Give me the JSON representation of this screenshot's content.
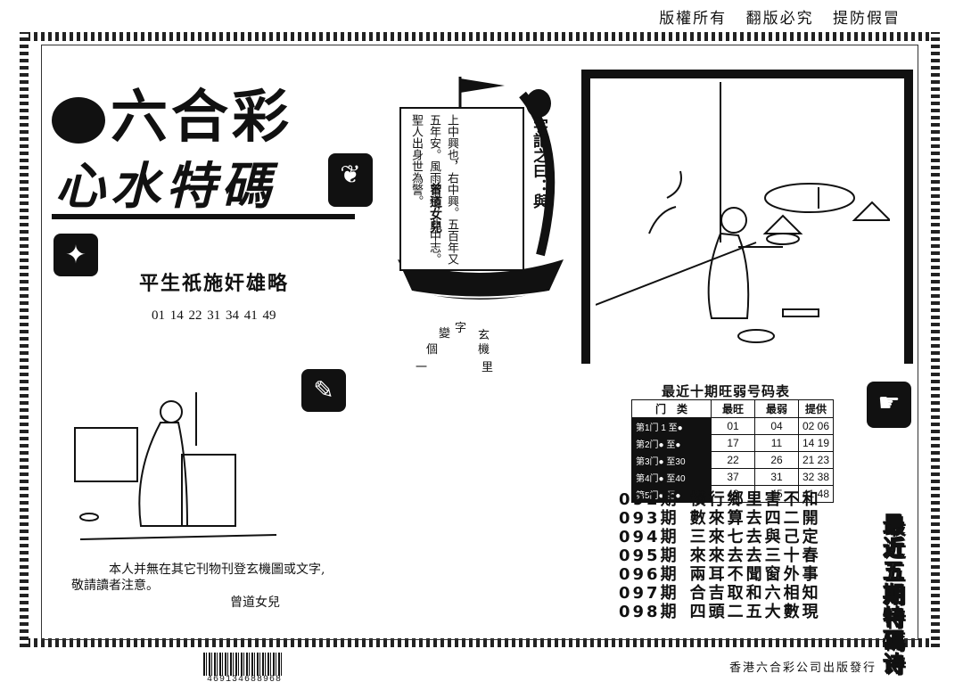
{
  "top_notice": [
    "版權所有",
    "翻版必究",
    "提防假冒"
  ],
  "brand": {
    "title": "六合彩",
    "subtitle": "心水特碼"
  },
  "poem_line": "平生祇施奸雄略",
  "numbers": "01 14 22 31 34 41 49",
  "ship": {
    "sign": "字記之曰：與",
    "text": "上中興也，右中興。五百年又五年安。風雨不移，此中志。聖人出身世為警。",
    "author": "曾道女兒"
  },
  "xuanji": [
    "玄",
    "字",
    "變",
    "個",
    "機",
    "一",
    "里"
  ],
  "table": {
    "title": "最近十期旺弱号码表",
    "headers": [
      "门　类",
      "最旺",
      "最弱",
      "提供"
    ],
    "rows": [
      {
        "gate": "第1门 1 至●",
        "hot": "01",
        "cold": "04",
        "give": "02  06"
      },
      {
        "gate": "第2门● 至●",
        "hot": "17",
        "cold": "11",
        "give": "14  19"
      },
      {
        "gate": "第3门● 至30",
        "hot": "22",
        "cold": "26",
        "give": "21  23"
      },
      {
        "gate": "第4门● 至40",
        "hot": "37",
        "cold": "31",
        "give": "32  38"
      },
      {
        "gate": "第5门● 至●",
        "hot": "42",
        "cold": "45",
        "give": "41  48"
      }
    ]
  },
  "poems": [
    {
      "id": "092期",
      "text": "橫行鄉里害不和"
    },
    {
      "id": "093期",
      "text": "數來算去四二開"
    },
    {
      "id": "094期",
      "text": "三來七去與己定"
    },
    {
      "id": "095期",
      "text": "來來去去三十春"
    },
    {
      "id": "096期",
      "text": "兩耳不聞窗外事"
    },
    {
      "id": "097期",
      "text": "合吉取和六相知"
    },
    {
      "id": "098期",
      "text": "四頭二五大數現"
    }
  ],
  "badge": "最近五期特碼诗",
  "notice": {
    "line1": "本人并無在其它刊物刊登玄機圖或文字,",
    "line2": "敬請讀者注意。",
    "signature": "曾道女兒"
  },
  "barcode_number": "469134688968",
  "publisher": "香港六合彩公司出版發行"
}
